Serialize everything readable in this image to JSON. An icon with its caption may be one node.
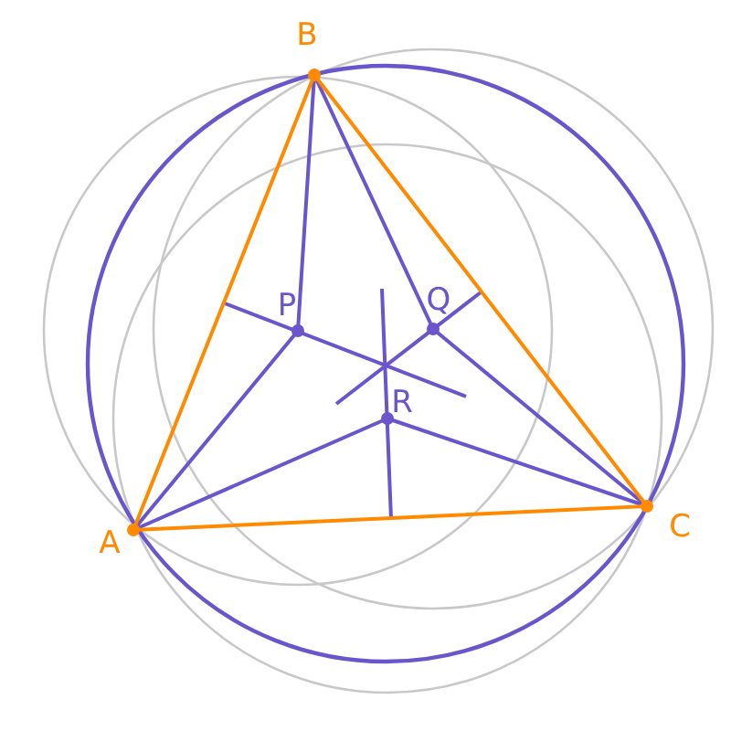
{
  "diagram": {
    "labels": [
      "B",
      "P",
      "Q",
      "R",
      "A",
      "C"
    ]
  }
}
